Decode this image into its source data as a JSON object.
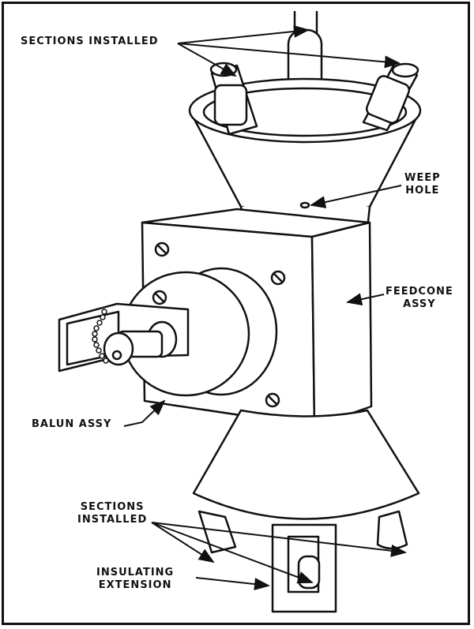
{
  "labels": {
    "sections_installed_top": "SECTIONS INSTALLED",
    "weep_hole_line1": "WEEP",
    "weep_hole_line2": "HOLE",
    "feedcone_line1": "FEEDCONE",
    "feedcone_line2": "ASSY",
    "balun_assy": "BALUN ASSY",
    "sections_installed_bottom_line1": "SECTIONS",
    "sections_installed_bottom_line2": "INSTALLED",
    "insulating_line1": "INSULATING",
    "insulating_line2": "EXTENSION"
  }
}
